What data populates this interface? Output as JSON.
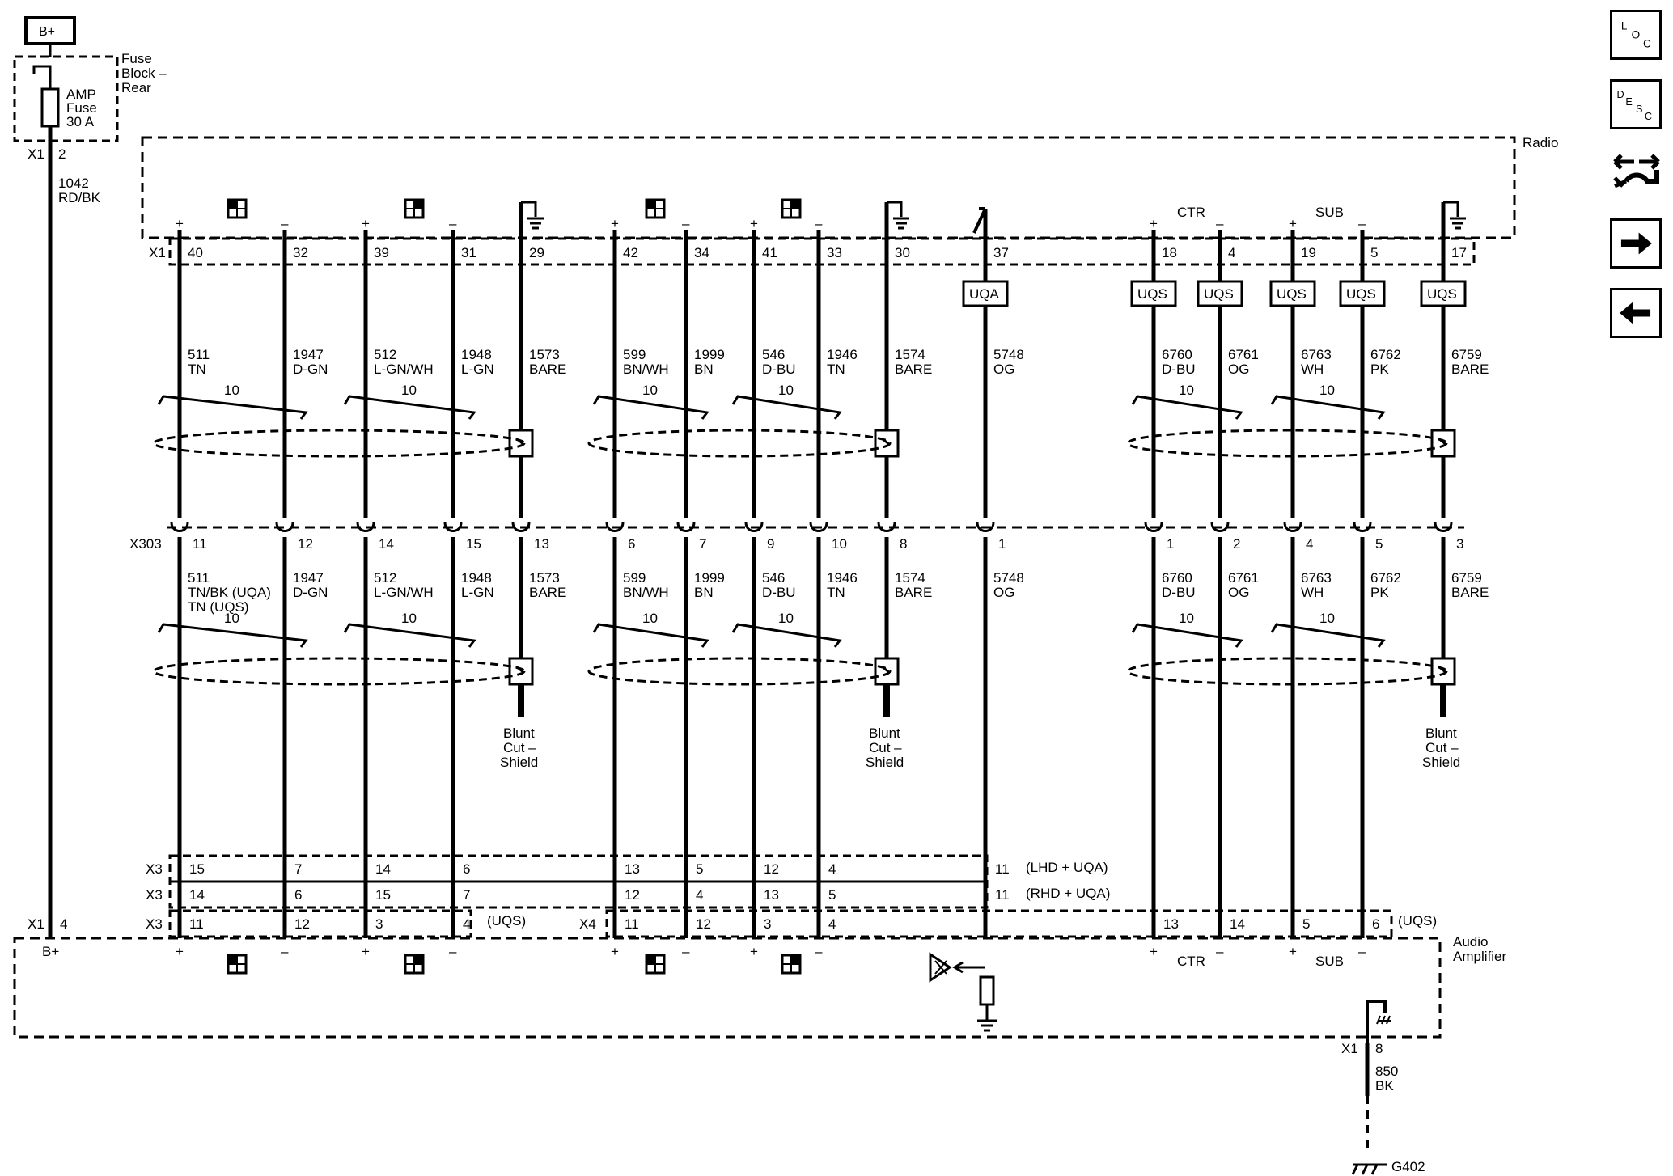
{
  "power": {
    "bplus_box": "B+",
    "fuse_block": [
      "Fuse",
      "Block –",
      "Rear"
    ],
    "fuse": [
      "AMP",
      "Fuse",
      "30 A"
    ],
    "fuse_conn": "X1",
    "fuse_pin": "2",
    "feed_circuit": "1042",
    "feed_color": "RD/BK",
    "amp_conn": "X1",
    "amp_pin": "4",
    "amp_bplus": "B+"
  },
  "radio": {
    "label": "Radio",
    "conn": "X1",
    "ctr": "CTR",
    "sub": "SUB"
  },
  "x303": {
    "conn": "X303"
  },
  "amplifier": {
    "label": [
      "Audio",
      "Amplifier"
    ],
    "ctr": "CTR",
    "sub": "SUB",
    "ground_conn": "X1",
    "ground_pin": "8",
    "ground_circuit": "850",
    "ground_color": "BK",
    "ground_name": "G402"
  },
  "twist_label": "10",
  "blunt_cut": [
    "Blunt",
    "Cut –",
    "Shield"
  ],
  "wires": [
    {
      "id": "w1",
      "sign": "+",
      "radio_pin": "40",
      "circuit": "511",
      "color": "TN",
      "x303_pin": "11",
      "x303_circuit": "511",
      "x303_color": [
        "TN/BK (UQA)",
        "TN (UQS)"
      ],
      "x3_lhd": "15",
      "x3_rhd": "14",
      "amp_pin": "11"
    },
    {
      "id": "w2",
      "sign": "–",
      "radio_pin": "32",
      "circuit": "1947",
      "color": "D-GN",
      "x303_pin": "12",
      "x303_circuit": "1947",
      "x303_color": [
        "D-GN"
      ],
      "x3_lhd": "7",
      "x3_rhd": "6",
      "amp_pin": "12"
    },
    {
      "id": "w3",
      "sign": "+",
      "radio_pin": "39",
      "circuit": "512",
      "color": "L-GN/WH",
      "x303_pin": "14",
      "x303_circuit": "512",
      "x303_color": [
        "L-GN/WH"
      ],
      "x3_lhd": "14",
      "x3_rhd": "15",
      "amp_pin": "3"
    },
    {
      "id": "w4",
      "sign": "–",
      "radio_pin": "31",
      "circuit": "1948",
      "color": "L-GN",
      "x303_pin": "15",
      "x303_circuit": "1948",
      "x303_color": [
        "L-GN"
      ],
      "x3_lhd": "6",
      "x3_rhd": "7",
      "amp_pin": "4"
    },
    {
      "id": "w5",
      "radio_pin": "29",
      "circuit": "1573",
      "color": "BARE",
      "x303_pin": "13",
      "x303_circuit": "1573",
      "x303_color": [
        "BARE"
      ]
    },
    {
      "id": "w6",
      "sign": "+",
      "radio_pin": "42",
      "circuit": "599",
      "color": "BN/WH",
      "x303_pin": "6",
      "x303_circuit": "599",
      "x303_color": [
        "BN/WH"
      ],
      "x3_lhd": "13",
      "x3_rhd": "12",
      "amp_pin": "11"
    },
    {
      "id": "w7",
      "sign": "–",
      "radio_pin": "34",
      "circuit": "1999",
      "color": "BN",
      "x303_pin": "7",
      "x303_circuit": "1999",
      "x303_color": [
        "BN"
      ],
      "x3_lhd": "5",
      "x3_rhd": "4",
      "amp_pin": "12"
    },
    {
      "id": "w8",
      "sign": "+",
      "radio_pin": "41",
      "circuit": "546",
      "color": "D-BU",
      "x303_pin": "9",
      "x303_circuit": "546",
      "x303_color": [
        "D-BU"
      ],
      "x3_lhd": "12",
      "x3_rhd": "13",
      "amp_pin": "3"
    },
    {
      "id": "w9",
      "sign": "–",
      "radio_pin": "33",
      "circuit": "1946",
      "color": "TN",
      "x303_pin": "10",
      "x303_circuit": "1946",
      "x303_color": [
        "TN"
      ],
      "x3_lhd": "4",
      "x3_rhd": "5",
      "amp_pin": "4"
    },
    {
      "id": "w10",
      "radio_pin": "30",
      "circuit": "1574",
      "color": "BARE",
      "x303_pin": "8",
      "x303_circuit": "1574",
      "x303_color": [
        "BARE"
      ]
    },
    {
      "id": "w11",
      "radio_pin": "37",
      "option": "UQA",
      "circuit": "5748",
      "color": "OG",
      "x303_pin": "1",
      "x303_circuit": "5748",
      "x303_color": [
        "OG"
      ],
      "x3_lhd": "11",
      "x3_rhd": "11"
    },
    {
      "id": "w12",
      "sign": "+",
      "radio_pin": "18",
      "option": "UQS",
      "circuit": "6760",
      "color": "D-BU",
      "x303_pin": "1",
      "x303_circuit": "6760",
      "x303_color": [
        "D-BU"
      ],
      "amp_pin": "13"
    },
    {
      "id": "w13",
      "sign": "–",
      "radio_pin": "4",
      "option": "UQS",
      "circuit": "6761",
      "color": "OG",
      "x303_pin": "2",
      "x303_circuit": "6761",
      "x303_color": [
        "OG"
      ],
      "amp_pin": "14"
    },
    {
      "id": "w14",
      "sign": "+",
      "radio_pin": "19",
      "option": "UQS",
      "circuit": "6763",
      "color": "WH",
      "x303_pin": "4",
      "x303_circuit": "6763",
      "x303_color": [
        "WH"
      ],
      "amp_pin": "5"
    },
    {
      "id": "w15",
      "sign": "–",
      "radio_pin": "5",
      "option": "UQS",
      "circuit": "6762",
      "color": "PK",
      "x303_pin": "5",
      "x303_circuit": "6762",
      "x303_color": [
        "PK"
      ],
      "amp_pin": "6"
    },
    {
      "id": "w16",
      "radio_pin": "17",
      "option": "UQS",
      "circuit": "6759",
      "color": "BARE",
      "x303_pin": "3",
      "x303_circuit": "6759",
      "x303_color": [
        "BARE"
      ]
    }
  ],
  "x3_rows": [
    {
      "conn": "X3",
      "note": "(LHD + UQA)"
    },
    {
      "conn": "X3",
      "note": "(RHD + UQA)"
    },
    {
      "conn": "X3",
      "note": "(UQS)"
    }
  ],
  "x4": {
    "conn": "X4",
    "note": "(UQS)"
  },
  "nav": {
    "loc": [
      "L",
      "O",
      "C"
    ],
    "desc": [
      "D",
      "E",
      "S",
      "C"
    ],
    "buttons": [
      "loc-button",
      "desc-button",
      "connector-view-button",
      "next-button",
      "previous-button"
    ]
  }
}
